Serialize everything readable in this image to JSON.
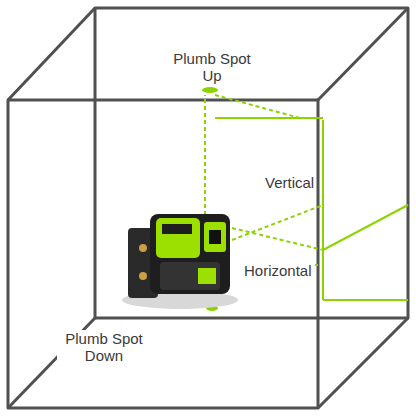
{
  "diagram": {
    "labels": [
      "Plumb Spot Up",
      "Vertical",
      "Horizontal",
      "Plumb Spot Down"
    ]
  }
}
